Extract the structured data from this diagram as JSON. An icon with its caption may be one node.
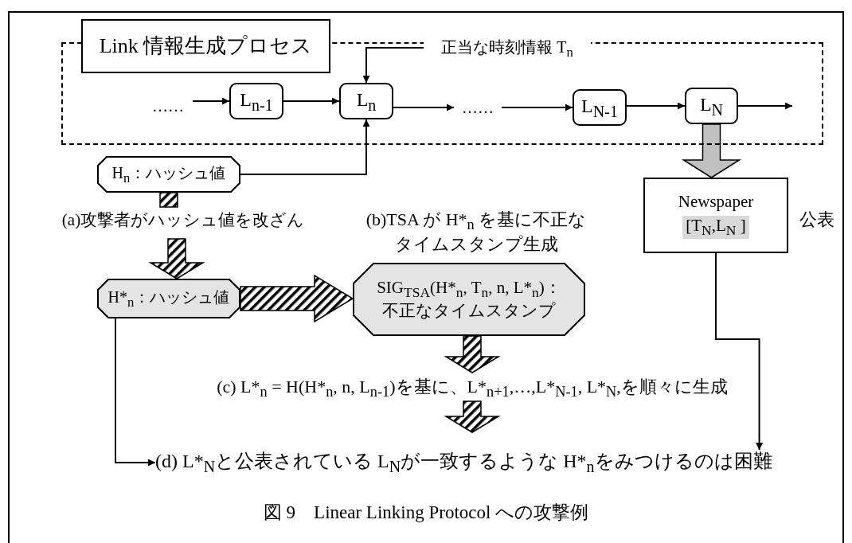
{
  "diagram": {
    "caption": "図 9　Linear Linking Protocol への攻撃例",
    "nodes": [
      {
        "text": [
          "Link 情報生成プロセス"
        ]
      },
      {
        "text": [
          "……"
        ],
        "in": 0
      },
      {
        "text": [
          "L$_{n-1}$"
        ],
        "in": 0
      },
      {
        "text": [
          "L$_{n}$"
        ],
        "in": 0
      },
      {
        "text": [
          "……"
        ],
        "in": 0
      },
      {
        "text": [
          "L$_{N-1}$"
        ],
        "in": 0
      },
      {
        "text": [
          "L$_{N}$"
        ],
        "in": 0
      },
      {
        "text": [
          "正当な時刻情報 T$_{n}$"
        ]
      },
      {
        "text": [
          "H$_{n}$：ハッシュ値"
        ]
      },
      {
        "text": [
          "(a)攻撃者がハッシュ値を改ざん"
        ]
      },
      {
        "text": [
          "H*$_{n}$：ハッシュ値"
        ]
      },
      {
        "text": [
          "(b)TSA が H*$_{n}$ を基に不正なタイムスタンプ生成"
        ]
      },
      {
        "text": [
          "SIG$_{TSA}$(H*$_{n}$, T$_{n}$, n, L*$_{n}$)：",
          "不正なタイムスタンプ"
        ]
      },
      {
        "text": [
          "Newspaper",
          "[T$_{N}$,L$_{N}$ ]"
        ],
        "beside": [
          "公表"
        ]
      },
      {
        "text": [
          "(c) L*$_{n}$ = H(H*$_{n}$, n, L$_{n-1}$)を基に、L*$_{n+1}$,…,L*$_{N-1}$, L*$_{N}$,を順々に生成"
        ]
      },
      {
        "text": [
          "(d) L*$_{N}$と公表されている L$_{N}$が一致するような H*$_{n}$をみつけるのは困難"
        ]
      }
    ],
    "edges": [
      {
        "from": 1,
        "to": 2,
        "arrow": "to"
      },
      {
        "from": 2,
        "to": 3,
        "arrow": "to"
      },
      {
        "from": 3,
        "to": 4,
        "arrow": "to"
      },
      {
        "from": 4,
        "to": 5,
        "arrow": "to"
      },
      {
        "from": 5,
        "to": 6,
        "arrow": "to"
      },
      {
        "from": 6,
        "to": null,
        "arrow": "to"
      },
      {
        "from": 7,
        "to": 3,
        "arrow": "to"
      },
      {
        "from": 8,
        "to": 3,
        "arrow": "to"
      },
      {
        "from": 6,
        "to": 13,
        "arrow": "to",
        "style": "thick",
        "color": "#c0c0c0"
      },
      {
        "from": 8,
        "to": 9,
        "arrow": "none",
        "style": "thick"
      },
      {
        "from": 9,
        "to": 10,
        "arrow": "to",
        "style": "thick"
      },
      {
        "from": 10,
        "to": 12,
        "arrow": "to",
        "style": "thick"
      },
      {
        "from": 12,
        "to": 14,
        "arrow": "to",
        "style": "thick"
      },
      {
        "from": 14,
        "to": 15,
        "arrow": "to",
        "style": "thick"
      },
      {
        "from": 10,
        "to": 15,
        "arrow": "to"
      },
      {
        "from": 13,
        "to": 15,
        "arrow": "to"
      }
    ]
  }
}
